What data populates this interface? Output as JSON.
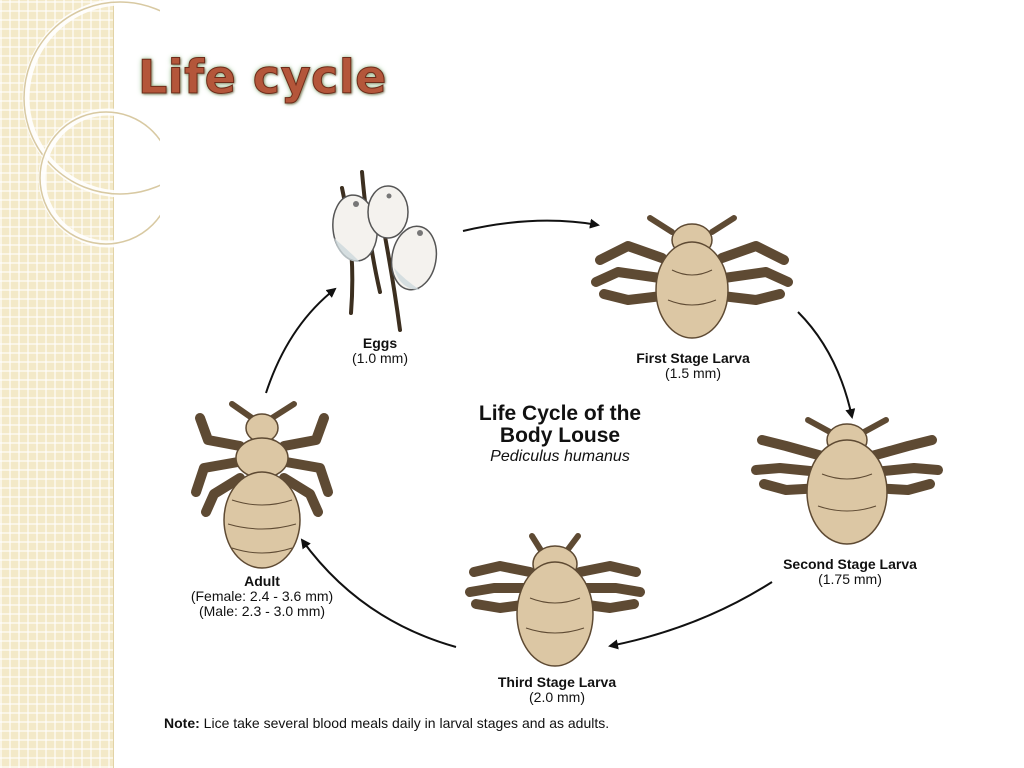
{
  "slide": {
    "title": "Life cycle"
  },
  "diagram": {
    "title_line1": "Life Cycle of the",
    "title_line2": "Body Louse",
    "species": "Pediculus humanus",
    "stages": {
      "eggs": {
        "name": "Eggs",
        "size": "(1.0 mm)"
      },
      "first": {
        "name": "First Stage Larva",
        "size": "(1.5 mm)"
      },
      "second": {
        "name": "Second Stage Larva",
        "size": "(1.75 mm)"
      },
      "third": {
        "name": "Third Stage Larva",
        "size": "(2.0 mm)"
      },
      "adult": {
        "name": "Adult",
        "female": "(Female: 2.4 - 3.6 mm)",
        "male": "(Male: 2.3 - 3.0 mm)"
      }
    },
    "note_label": "Note:",
    "note_text": " Lice take several blood meals daily in larval stages and as adults."
  },
  "colors": {
    "louse_fill": "#dcc7a4",
    "louse_stroke": "#5e4a33",
    "title_red": "#b4563a",
    "background_stripe": "#f3e9c8"
  }
}
